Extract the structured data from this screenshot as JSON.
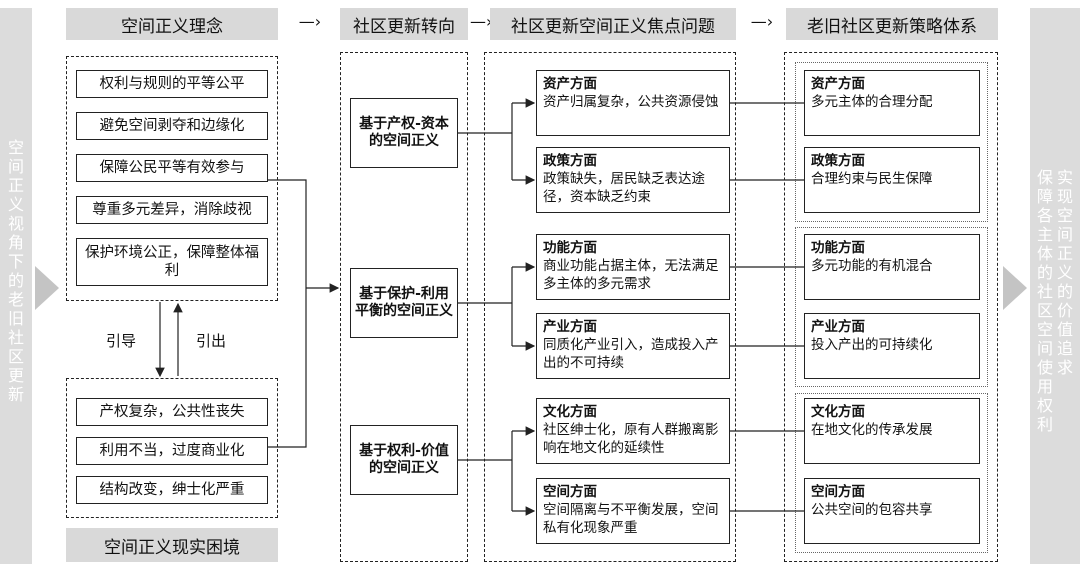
{
  "left_side_text": "空间正义视角下的老旧社区更新",
  "right_side_text_1": "实现空间正义的价值追求",
  "right_side_text_2": "保障各主体的社区空间使用权利",
  "headers": {
    "concept": "空间正义理念",
    "turn": "社区更新转向",
    "focus": "社区更新空间正义焦点问题",
    "strategy": "老旧社区更新策略体系"
  },
  "arrow_glyph": "—›",
  "concept_items": [
    "权利与规则的平等公平",
    "避免空间剥夺和边缘化",
    "保障公民平等有效参与",
    "尊重多元差异，消除歧视",
    "保护环境公正，保障整体福利"
  ],
  "guide_label": "引导",
  "derive_label": "引出",
  "reality_items": [
    "产权复杂，公共性丧失",
    "利用不当，过度商业化",
    "结构改变，绅士化严重"
  ],
  "reality_footer": "空间正义现实困境",
  "turns": [
    "基于产权-资本的空间正义",
    "基于保护-利用平衡的空间正义",
    "基于权利-价值的空间正义"
  ],
  "focus_items": [
    {
      "title": "资产方面",
      "text": "资产归属复杂，公共资源侵蚀"
    },
    {
      "title": "政策方面",
      "text": "政策缺失，居民缺乏表达途径，资本缺乏约束"
    },
    {
      "title": "功能方面",
      "text": "商业功能占据主体，无法满足多主体的多元需求"
    },
    {
      "title": "产业方面",
      "text": "同质化产业引入，造成投入产出的不可持续"
    },
    {
      "title": "文化方面",
      "text": "社区绅士化，原有人群搬离影响在地文化的延续性"
    },
    {
      "title": "空间方面",
      "text": "空间隔离与不平衡发展，空间私有化现象严重"
    }
  ],
  "strategy_items": [
    {
      "title": "资产方面",
      "text": "多元主体的合理分配"
    },
    {
      "title": "政策方面",
      "text": "合理约束与民生保障"
    },
    {
      "title": "功能方面",
      "text": "多元功能的有机混合"
    },
    {
      "title": "产业方面",
      "text": "投入产出的可持续化"
    },
    {
      "title": "文化方面",
      "text": "在地文化的传承发展"
    },
    {
      "title": "空间方面",
      "text": "公共空间的包容共享"
    }
  ]
}
